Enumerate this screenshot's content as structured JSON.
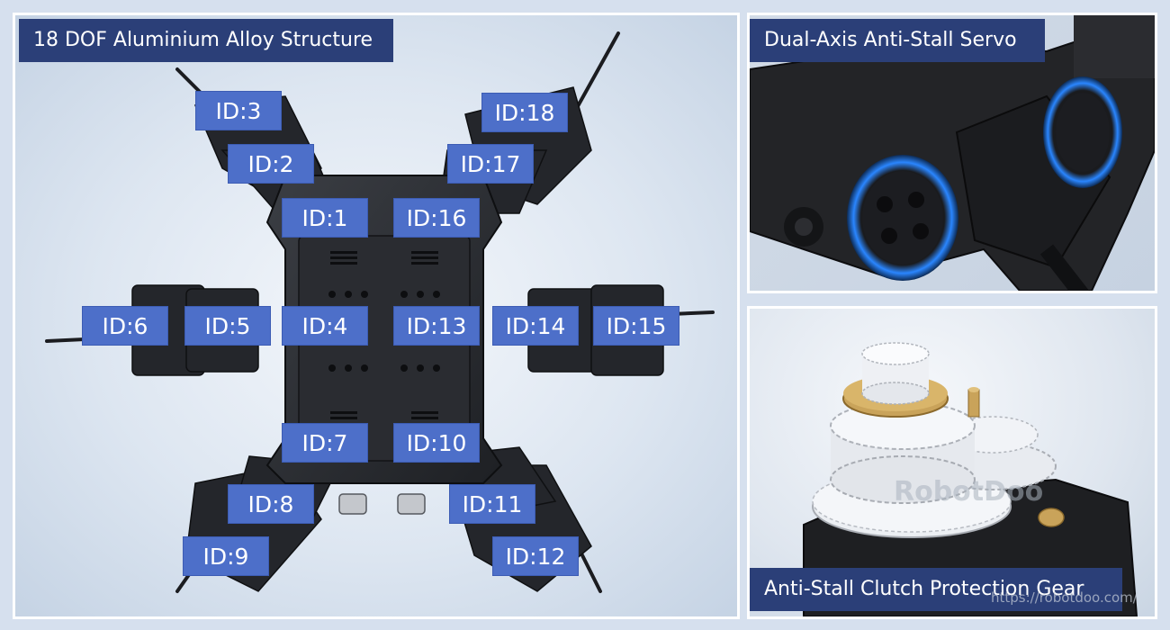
{
  "panels": {
    "structure": {
      "title": "18 DOF Aluminium Alloy Structure"
    },
    "servo": {
      "title": "Dual-Axis Anti-Stall Servo"
    },
    "gear": {
      "title": "Anti-Stall Clutch Protection Gear",
      "watermark_brand": "RobotDoo",
      "watermark_url": "https://robotdoo.com/"
    }
  },
  "servo_ids": {
    "id1": "ID:1",
    "id2": "ID:2",
    "id3": "ID:3",
    "id4": "ID:4",
    "id5": "ID:5",
    "id6": "ID:6",
    "id7": "ID:7",
    "id8": "ID:8",
    "id9": "ID:9",
    "id10": "ID:10",
    "id11": "ID:11",
    "id12": "ID:12",
    "id13": "ID:13",
    "id14": "ID:14",
    "id15": "ID:15",
    "id16": "ID:16",
    "id17": "ID:17",
    "id18": "ID:18"
  },
  "colors": {
    "title_bg": "#2b3f78",
    "label_bg": "#4d6fc9",
    "accent_ring": "#2a86ff",
    "brass": "#c9a35a"
  }
}
